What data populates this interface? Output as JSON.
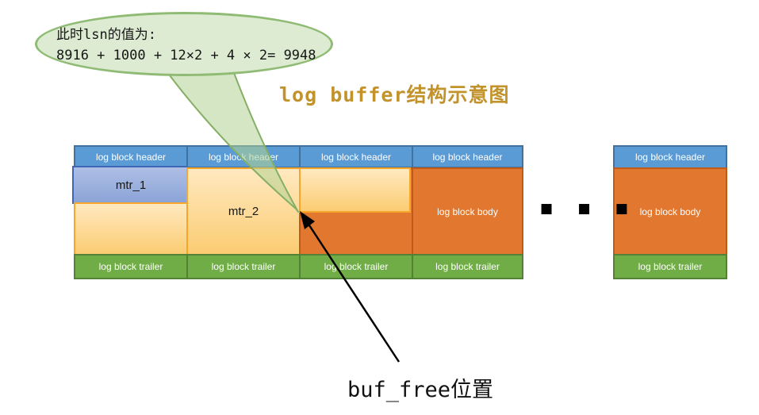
{
  "bubble": {
    "line1": "此时lsn的值为:",
    "line2": "8916 + 1000 + 12×2 + 4 × 2= 9948"
  },
  "title": "log buffer结构示意图",
  "labels": {
    "header": "log block header",
    "body": "log block body",
    "trailer": "log block trailer",
    "mtr1": "mtr_1",
    "mtr2": "mtr_2"
  },
  "ellipsis": "■ ■ ■",
  "buf_free_label": "buf_free位置",
  "colors": {
    "header_fill": "#5b9bd5",
    "header_border": "#41719c",
    "body_fill": "#e2772f",
    "body_border": "#bf5b17",
    "trailer_fill": "#70ad47",
    "trailer_border": "#538135",
    "mtr_fill": "#8ba4d7",
    "mtr_border": "#3e66b5",
    "yellow_fill": "#fbcc72",
    "yellow_border": "#f8a62b",
    "bubble_fill": "#dcebd1",
    "bubble_border": "#8fbb74",
    "title_color": "#c2922b"
  }
}
